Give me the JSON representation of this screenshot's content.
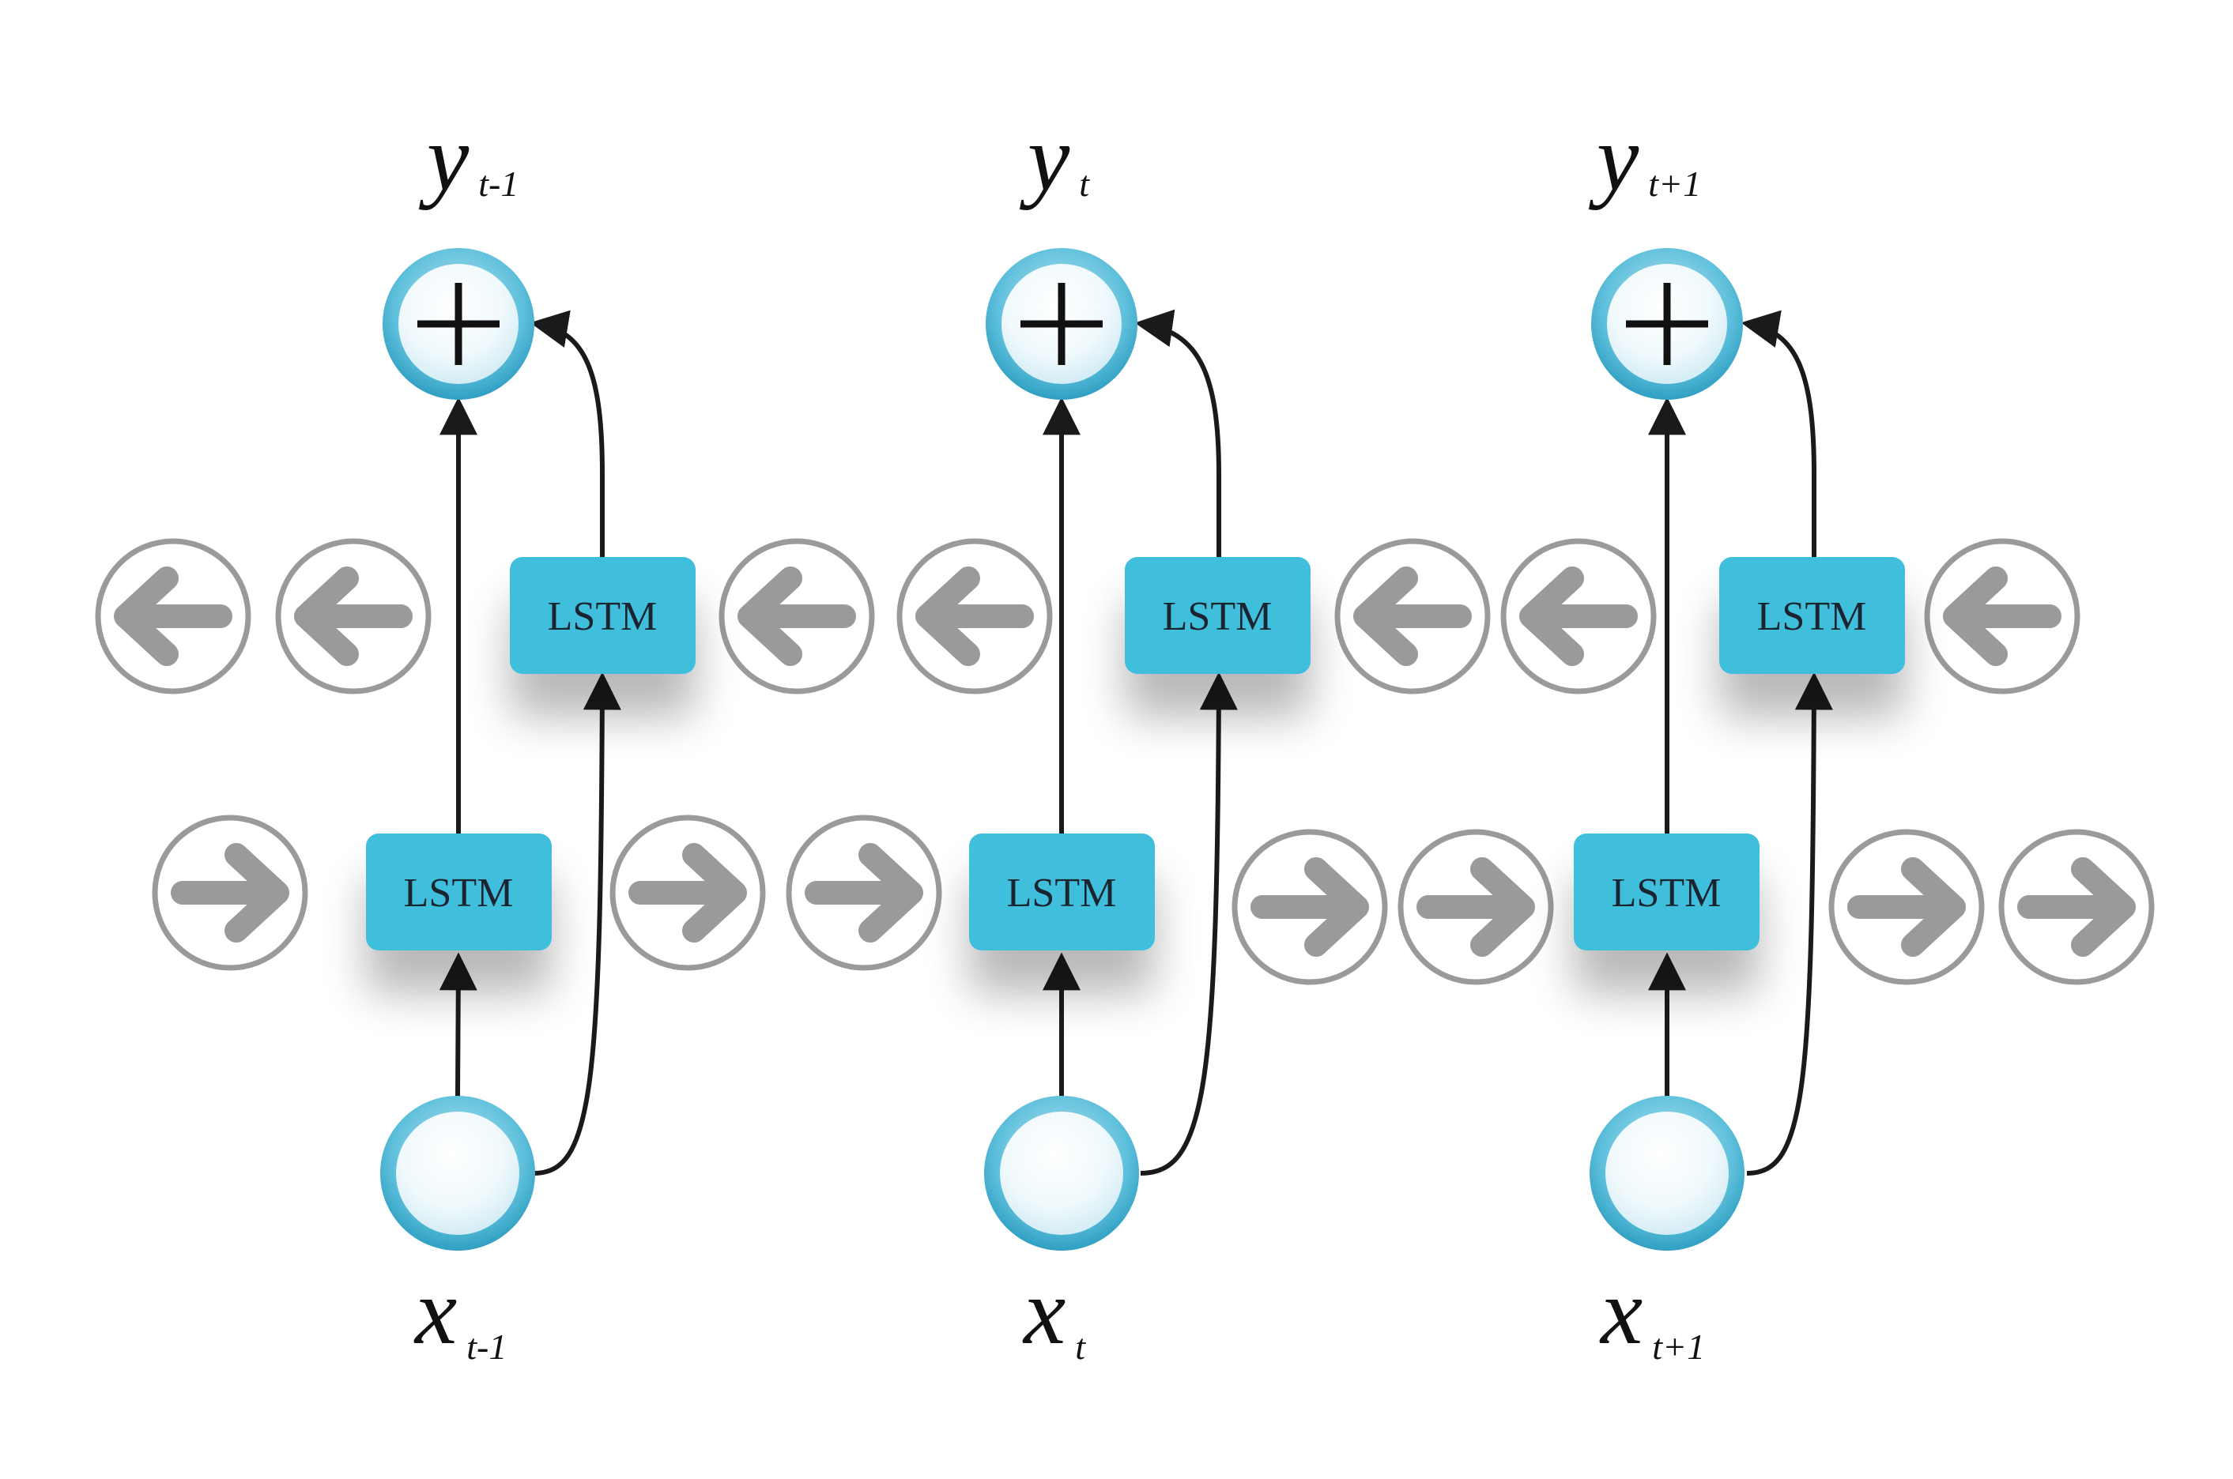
{
  "lstm_label": "LSTM",
  "plus_symbol": "+",
  "timesteps": [
    {
      "output": {
        "var": "y",
        "sub": "t-1"
      },
      "input": {
        "var": "x",
        "sub": "t-1"
      }
    },
    {
      "output": {
        "var": "y",
        "sub": "t"
      },
      "input": {
        "var": "x",
        "sub": "t"
      }
    },
    {
      "output": {
        "var": "y",
        "sub": "t+1"
      },
      "input": {
        "var": "x",
        "sub": "t+1"
      }
    }
  ],
  "colors": {
    "lstm_fill": "#40bfdc",
    "node_ring": "#4fb6d3",
    "node_inner": "#eaf6fb",
    "arrow_circle": "#9a9a9a",
    "line": "#1a1a1a"
  },
  "icons": {
    "backward": "arrow-left-icon",
    "forward": "arrow-right-icon",
    "sum": "plus-icon"
  }
}
